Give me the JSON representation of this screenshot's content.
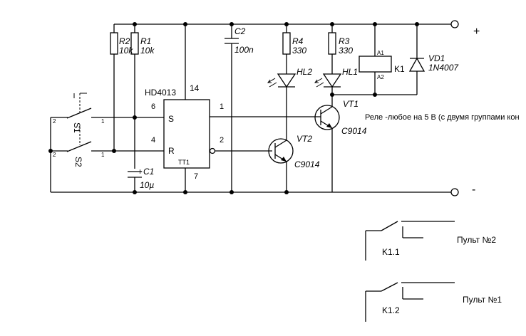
{
  "power": {
    "plus": "+",
    "minus": "-"
  },
  "ic": {
    "name": "HD4013",
    "ref": "TT1",
    "pin_s": "S",
    "pin_r": "R",
    "pin6": "6",
    "pin4": "4",
    "pin1": "1",
    "pin2": "2",
    "pin14": "14",
    "pin7": "7"
  },
  "resistors": {
    "r1": {
      "ref": "R1",
      "value": "10k"
    },
    "r2": {
      "ref": "R2",
      "value": "10k"
    },
    "r3": {
      "ref": "R3",
      "value": "330"
    },
    "r4": {
      "ref": "R4",
      "value": "330"
    }
  },
  "capacitors": {
    "c1": {
      "ref": "C1",
      "value": "10µ"
    },
    "c2": {
      "ref": "C2",
      "value": "100n"
    }
  },
  "leds": {
    "hl1": "HL1",
    "hl2": "HL2"
  },
  "transistors": {
    "vt1": {
      "ref": "VT1",
      "type": "C9014"
    },
    "vt2": {
      "ref": "VT2",
      "type": "C9014"
    }
  },
  "diode": {
    "ref": "VD1",
    "type": "1N4007"
  },
  "relay": {
    "ref": "K1",
    "pin_a1": "A1",
    "pin_a2": "A2",
    "note": "Реле -любое на 5 В (с двумя группами кон"
  },
  "switches": {
    "s1": "S1",
    "s2": "S2",
    "pin1": "1",
    "pin2": "2"
  },
  "contacts": {
    "k11": {
      "ref": "K1.1",
      "label": "Пульт №2"
    },
    "k12": {
      "ref": "K1.2",
      "label": "Пульт №1"
    }
  }
}
